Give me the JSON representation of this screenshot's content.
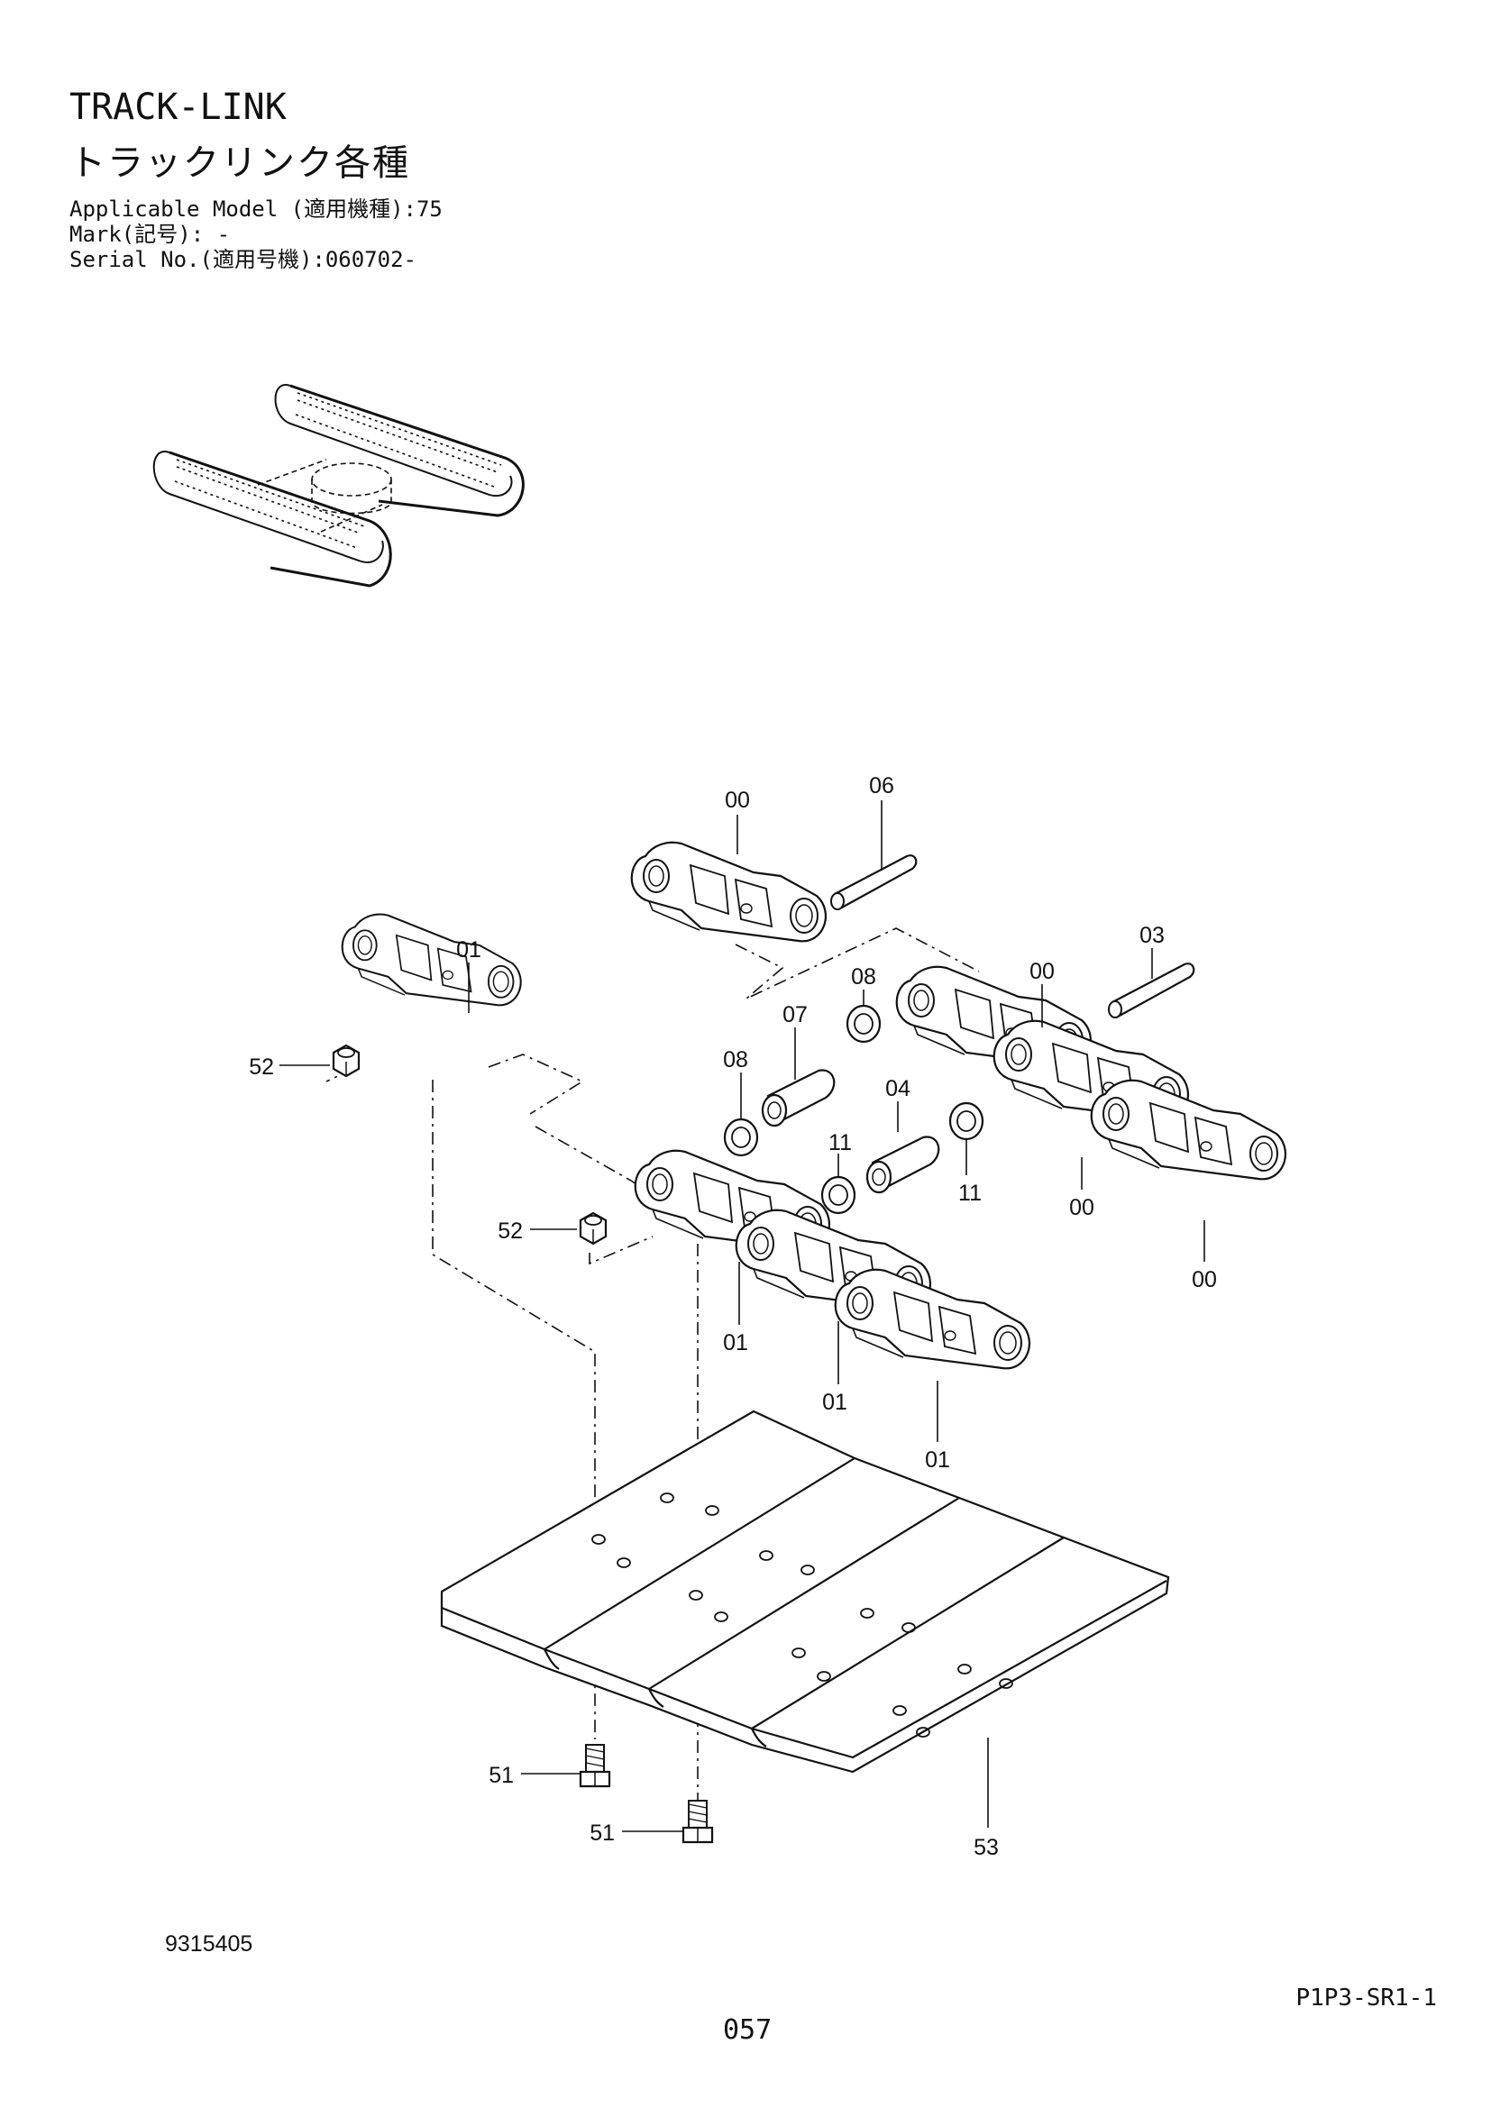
{
  "header": {
    "title_en": "TRACK-LINK",
    "title_jp": "トラックリンク各種",
    "applicable_model": "Applicable Model (適用機種):75",
    "mark": "Mark(記号): -",
    "serial_no": "Serial No.(適用号機):060702-"
  },
  "callouts": {
    "link_00_top": "00",
    "pin_06": "06",
    "link_01_left": "01",
    "pin_03": "03",
    "link_00_right_top": "00",
    "seal_08_right": "08",
    "bushing_07": "07",
    "seal_08_left": "08",
    "bushing_04": "04",
    "nut_52_upper": "52",
    "nut_52_lower": "52",
    "spacer_11_left": "11",
    "spacer_11_right": "11",
    "link_00_right_mid": "00",
    "link_00_right_bottom": "00",
    "link_01_a": "01",
    "link_01_b": "01",
    "link_01_c": "01",
    "bolt_51_left": "51",
    "bolt_51_right": "51",
    "shoe_53": "53"
  },
  "footer": {
    "doc_number": "9315405",
    "page_code": "P1P3-SR1-1",
    "page_number": "057"
  }
}
